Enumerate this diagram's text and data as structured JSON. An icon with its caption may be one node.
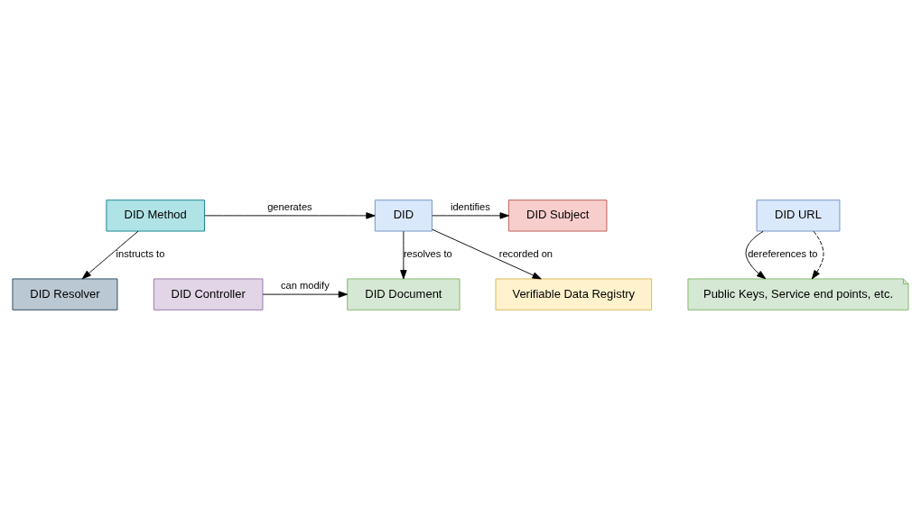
{
  "diagram": {
    "nodes": [
      {
        "text": [
          "Verifiable Data Registry"
        ]
      },
      {
        "text": [
          "DID Subject"
        ]
      },
      {
        "text": [
          "DID"
        ]
      },
      {
        "text": [
          "DID URL"
        ]
      },
      {
        "text": [
          "DID Method"
        ]
      },
      {
        "text": [
          "DID Controller"
        ]
      },
      {
        "text": [
          "DID Document"
        ]
      },
      {
        "text": [
          "DID Resolver"
        ]
      },
      {
        "text": [
          "Public Keys, Service end points, etc."
        ]
      }
    ],
    "edges": [
      {
        "from": 2,
        "to": 0,
        "arrow": "to",
        "label": "recorded on"
      },
      {
        "from": 2,
        "to": 1,
        "arrow": "to",
        "label": "identifies"
      },
      {
        "from": 4,
        "to": 2,
        "arrow": "to",
        "label": "generates"
      },
      {
        "from": 4,
        "to": 7,
        "arrow": "to",
        "label": "instructs to"
      },
      {
        "from": 2,
        "to": 6,
        "arrow": "to",
        "label": "resolves to"
      },
      {
        "from": 3,
        "to": 8,
        "arrow": "to",
        "label": "dereferences to"
      },
      {
        "from": 5,
        "to": 6,
        "arrow": "to",
        "label": "can modify"
      },
      {
        "from": 3,
        "to": 8,
        "arrow": "to",
        "style": "dashed"
      }
    ]
  }
}
